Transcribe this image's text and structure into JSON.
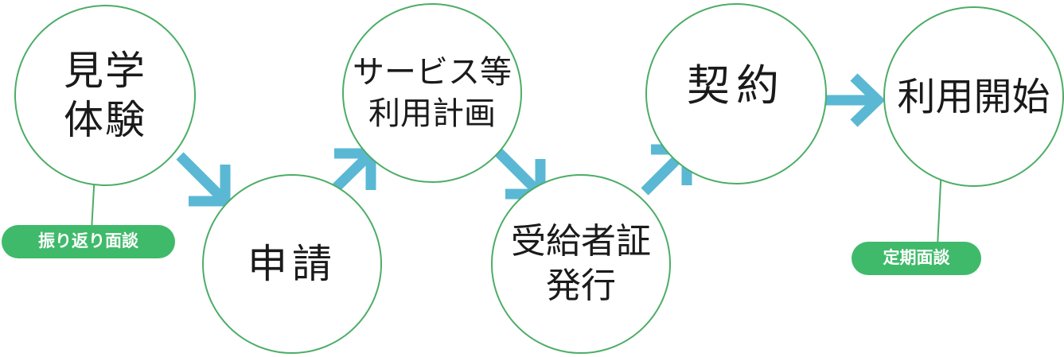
{
  "steps": [
    {
      "lines": [
        "見学",
        "体験"
      ]
    },
    {
      "lines": [
        "申請"
      ]
    },
    {
      "lines": [
        "サービス等",
        "利用計画"
      ]
    },
    {
      "lines": [
        "受給者証",
        "発行"
      ]
    },
    {
      "lines": [
        "契約"
      ]
    },
    {
      "lines": [
        "利用開始"
      ]
    }
  ],
  "notes": {
    "review": "振り返り面談",
    "periodic": "定期面談"
  },
  "colors": {
    "circle_border": "#4cad66",
    "arrow": "#5ab8d4",
    "pill": "#3fba6a",
    "pill_text": "#ffffff",
    "text": "#1a1a1a"
  }
}
